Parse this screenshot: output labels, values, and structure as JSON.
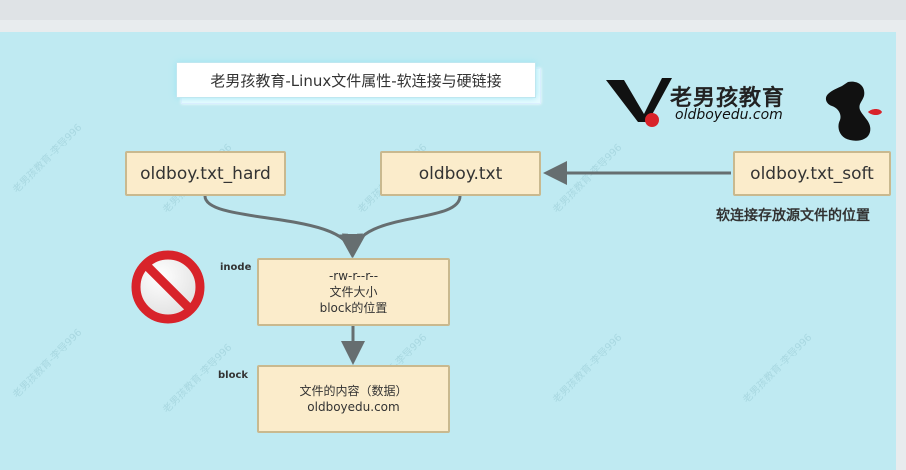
{
  "title": "老男孩教育-Linux文件属性-软连接与硬链接",
  "logo": {
    "cn": "老男孩教育",
    "en": "oldboyedu.com"
  },
  "files": {
    "hard": "oldboy.txt_hard",
    "original": "oldboy.txt",
    "soft": "oldboy.txt_soft"
  },
  "soft_note": "软连接存放源文件的位置",
  "inode": {
    "label": "inode",
    "lines": [
      "-rw-r--r--",
      "文件大小",
      "block的位置"
    ]
  },
  "block": {
    "label": "block",
    "lines": [
      "文件的内容（数据）",
      "oldboyedu.com"
    ]
  },
  "watermark": "老男孩教育-李导996",
  "colors": {
    "canvas": "#bfeaf2",
    "box_fill": "#fbeccb",
    "box_border": "#c9b98f",
    "arrow": "#666e70",
    "forbid_red": "#d8232a"
  }
}
